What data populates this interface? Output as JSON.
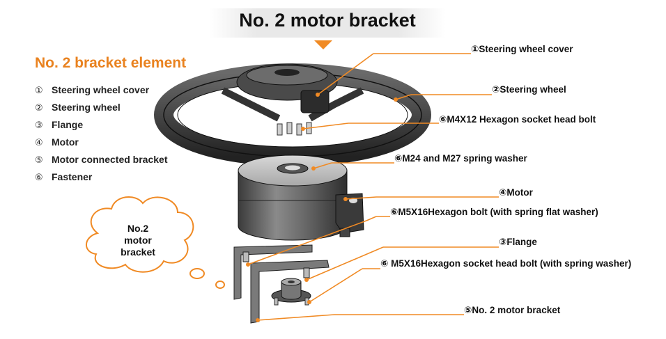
{
  "header": {
    "title": "No. 2 motor bracket"
  },
  "element_list": {
    "title": "No. 2 bracket element",
    "items": [
      {
        "num": "①",
        "label": "Steering wheel cover"
      },
      {
        "num": "②",
        "label": "Steering wheel"
      },
      {
        "num": "③",
        "label": "Flange"
      },
      {
        "num": "④",
        "label": "Motor"
      },
      {
        "num": "⑤",
        "label": "Motor connected bracket"
      },
      {
        "num": "⑥",
        "label": "Fastener"
      }
    ]
  },
  "cloud": {
    "line1": "No.2",
    "line2": "motor",
    "line3": "bracket"
  },
  "callouts": [
    "①Steering wheel cover",
    "②Steering wheel",
    "⑥M4X12 Hexagon socket head bolt",
    "⑥M24 and M27 spring washer",
    "④Motor",
    "⑥M5X16Hexagon bolt (with spring flat washer)",
    "③Flange",
    "⑥ M5X16Hexagon socket head bolt (with spring washer)",
    "⑤No. 2 motor bracket"
  ],
  "colors": {
    "accent": "#f08a24",
    "leader": "#f08a24",
    "text": "#111111"
  }
}
